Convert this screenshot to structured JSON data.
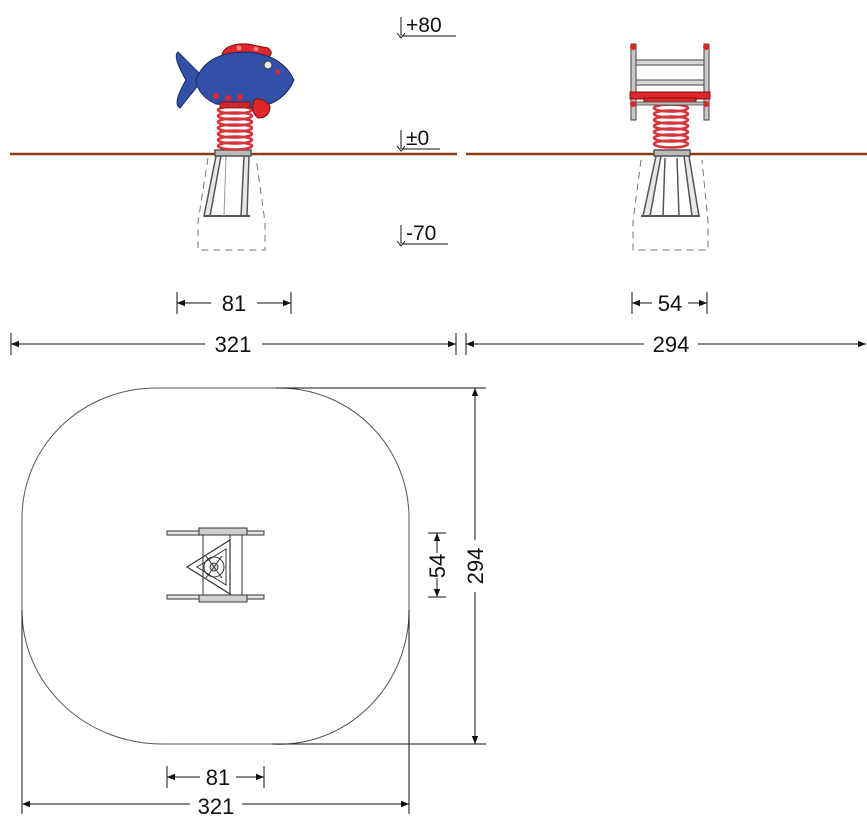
{
  "levels": {
    "top": "+80",
    "ground": "±0",
    "bottom": "-70"
  },
  "dimensions": {
    "front_width": "81",
    "front_total": "321",
    "side_width": "54",
    "side_total": "294",
    "plan_width_vertical": "54",
    "plan_total_vertical": "294",
    "plan_width": "81",
    "plan_total": "321"
  },
  "colors": {
    "ground": "#8b3a12",
    "fish_body": "#3350a8",
    "fish_accent": "#e0262a",
    "spring": "#d8343a",
    "frame": "#a8a8a8"
  }
}
